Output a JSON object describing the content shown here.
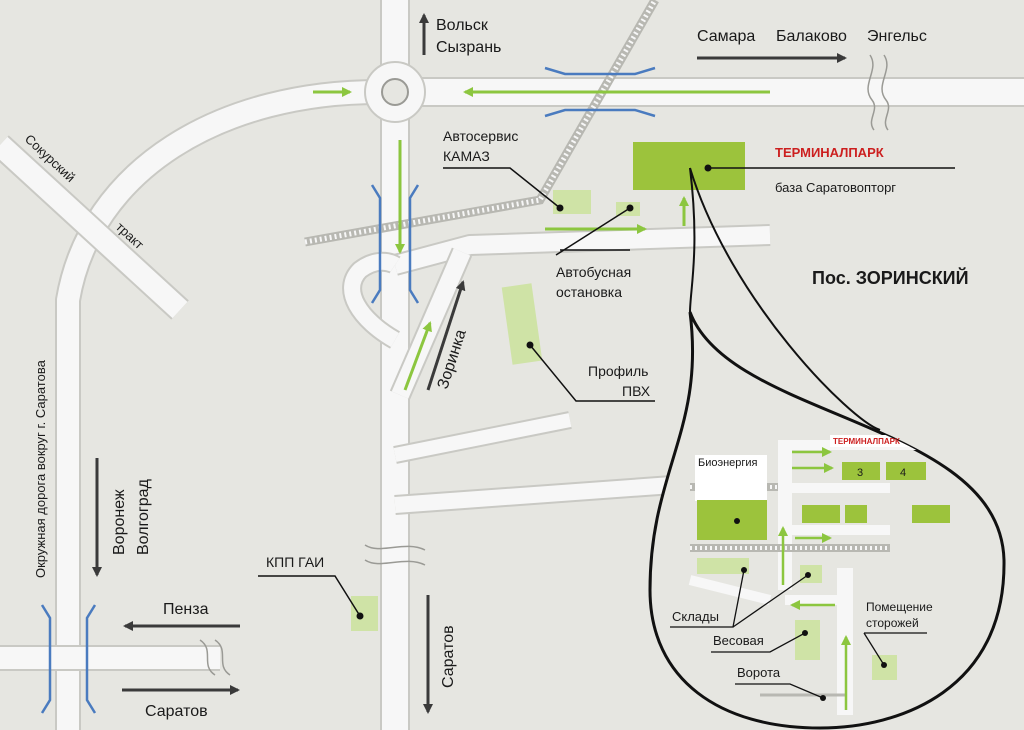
{
  "cities": {
    "volsk": "Вольск",
    "syzran": "Сызрань",
    "samara": "Самара",
    "balakovo": "Балаково",
    "engels": "Энгельс",
    "voronezh": "Воронеж",
    "volgograd": "Волгоград",
    "penza": "Пенза",
    "saratov_bottom": "Саратов",
    "saratov_right": "Саратов"
  },
  "roads": {
    "sokursky": "Сокурский",
    "trakt": "тракт",
    "ring_road": "Окружная дорога вокруг г. Саратова",
    "zorinka": "Зоринка"
  },
  "places": {
    "autoservice_line1": "Автосервис",
    "autoservice_line2": "КАМАЗ",
    "bus_stop_line1": "Автобусная",
    "bus_stop_line2": "остановка",
    "profile_line1": "Профиль",
    "profile_line2": "ПВХ",
    "kpp": "КПП ГАИ",
    "terminal": "ТЕРМИНАЛПАРК",
    "base": "база Саратовопторг",
    "settlement": "Пос. ЗОРИНСКИЙ"
  },
  "inset": {
    "terminal": "ТЕРМИНАЛПАРК",
    "bioenergy": "Биоэнергия",
    "bldg3": "3",
    "bldg4": "4",
    "warehouses": "Склады",
    "scales": "Весовая",
    "gate": "Ворота",
    "guard_line1": "Помещение",
    "guard_line2": "сторожей"
  },
  "colors": {
    "ground": "#e6e6e1",
    "road": "#f7f7f7",
    "building": "#9cc33c",
    "building_light": "#cfe3a6",
    "arrow_green": "#8cc63f",
    "bridge_blue": "#4a7bbf",
    "terminal_red": "#cc1f1f"
  }
}
